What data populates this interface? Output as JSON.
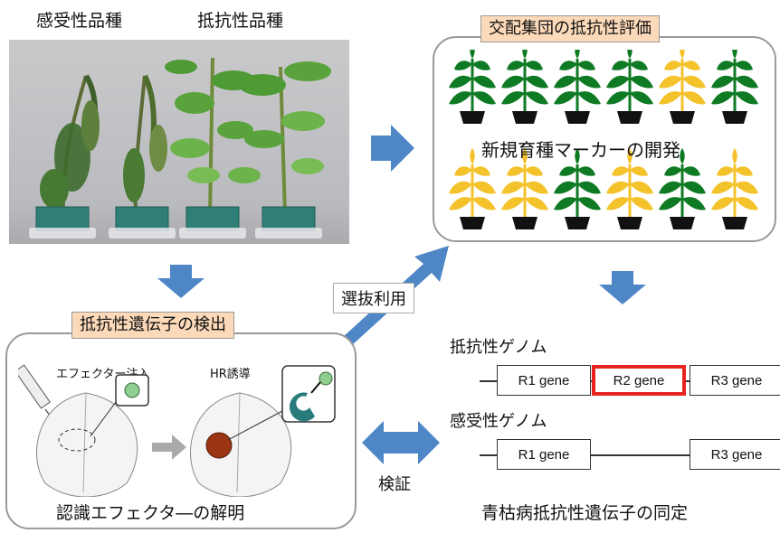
{
  "photo": {
    "label_left": "感受性品種",
    "label_right": "抵抗性品種"
  },
  "cross_panel": {
    "tag": "交配集団の抵抗性評価",
    "caption": "新規育種マーカーの開発",
    "row1": [
      "green",
      "green",
      "green",
      "green",
      "yellow",
      "green"
    ],
    "row2": [
      "yellow",
      "yellow",
      "green",
      "yellow",
      "green",
      "yellow"
    ],
    "colors": {
      "leaf_green": "#0f7a24",
      "leaf_yellow": "#f4c22b",
      "pot": "#111111"
    }
  },
  "detect_panel": {
    "tag": "抵抗性遺伝子の検出",
    "effector_label": "エフェクター注入",
    "hr_label": "HR誘導",
    "caption": "認識エフェクタ―の解明"
  },
  "arrows": {
    "breeding_use": "選抜利用",
    "verify": "検証",
    "color": "#4f86c6"
  },
  "genome": {
    "resistant_label": "抵抗性ゲノム",
    "susceptible_label": "感受性ゲノム",
    "resistant_genes": [
      "R1 gene",
      "R2 gene",
      "R3 gene"
    ],
    "susceptible_genes": [
      "R1 gene",
      "R3 gene"
    ],
    "highlight_color": "#e8231f",
    "caption": "青枯病抵抗性遺伝子の同定"
  }
}
